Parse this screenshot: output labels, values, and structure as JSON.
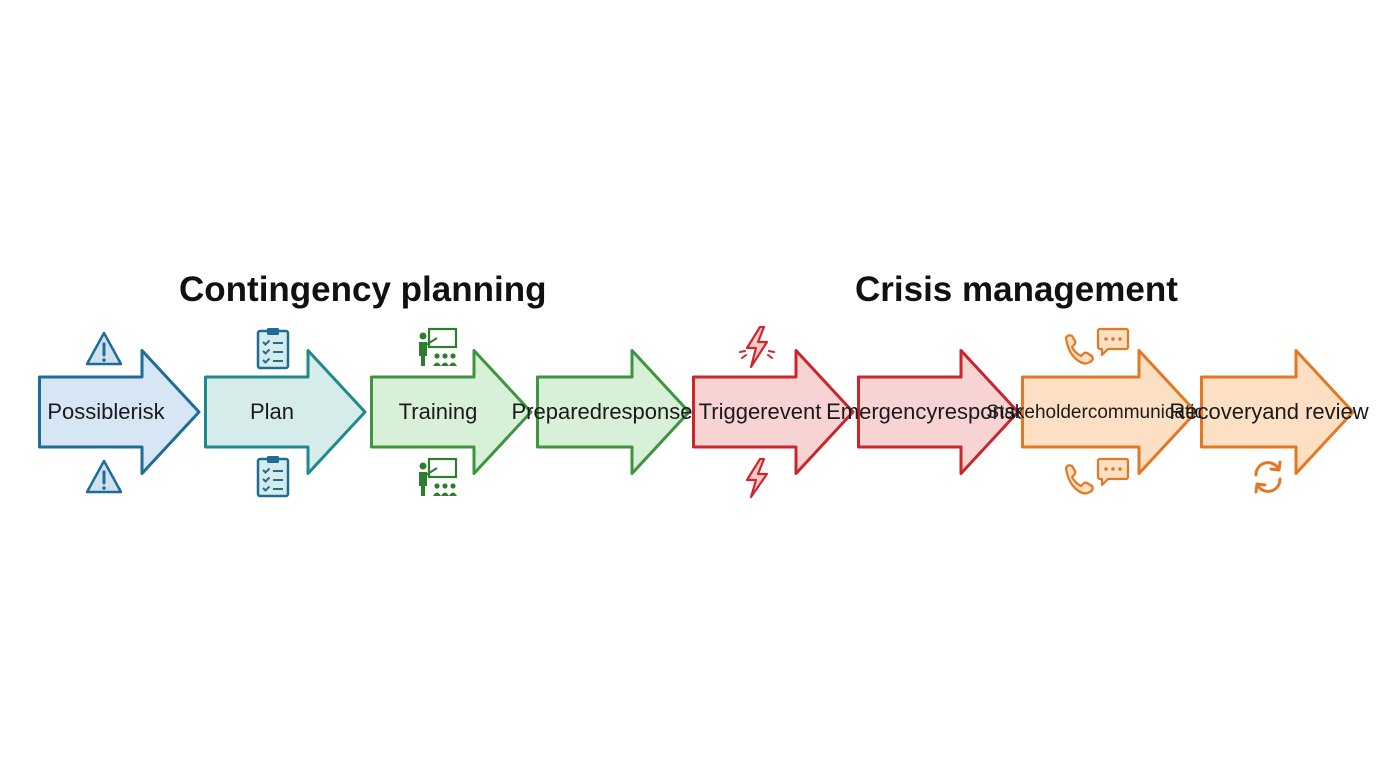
{
  "headings": {
    "contingency": "Contingency planning",
    "crisis": "Crisis management"
  },
  "colors": {
    "blue": {
      "stroke": "#1f6c96",
      "fill": "#d6e6f4"
    },
    "teal": {
      "stroke": "#1f8a8a",
      "fill": "#d5ecea"
    },
    "green": {
      "stroke": "#3f943f",
      "fill": "#d8efd8"
    },
    "red": {
      "stroke": "#c9252c",
      "fill": "#f8d3d3"
    },
    "orange": {
      "stroke": "#e27824",
      "fill": "#fde0c3"
    }
  },
  "steps": [
    {
      "id": "possible-risk",
      "line1": "Possible",
      "line2": "risk",
      "color": "blue",
      "icon": "warning-icon",
      "group": "contingency"
    },
    {
      "id": "plan",
      "line1": "Plan",
      "line2": "",
      "color": "teal",
      "icon": "clipboard-checklist-icon",
      "group": "contingency"
    },
    {
      "id": "training",
      "line1": "Training",
      "line2": "",
      "color": "green",
      "icon": "presenter-training-icon",
      "group": "contingency"
    },
    {
      "id": "prepared-response",
      "line1": "Prepared",
      "line2": "response",
      "color": "green",
      "icon": "",
      "group": "contingency"
    },
    {
      "id": "trigger-event",
      "line1": "Trigger",
      "line2": "event",
      "color": "red",
      "icon": "lightning-bolt-icon",
      "group": "crisis"
    },
    {
      "id": "emergency-response",
      "line1": "Emergency",
      "line2": "response",
      "color": "red",
      "icon": "",
      "group": "crisis"
    },
    {
      "id": "stakeholder-communication",
      "line1": "Stakeholder",
      "line2": "communication",
      "color": "orange",
      "icon": "phone-chat-icon",
      "group": "crisis"
    },
    {
      "id": "recovery-and-review",
      "line1": "Recovery",
      "line2": "and review",
      "color": "orange",
      "icon": "refresh-cycle-icon",
      "group": "crisis"
    }
  ]
}
